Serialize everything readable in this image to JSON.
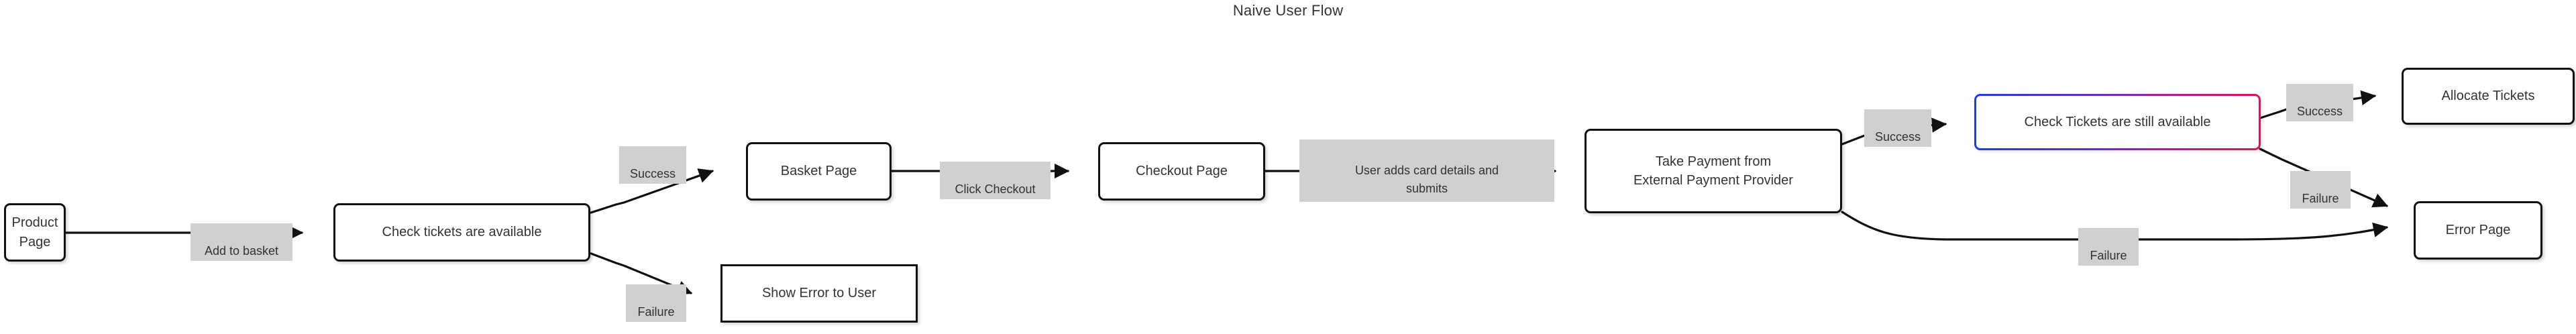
{
  "diagram": {
    "title": "Naive User Flow",
    "type": "flowchart",
    "direction": "left-to-right",
    "colors": {
      "node_border": "#111111",
      "node_fill": "#ffffff",
      "text": "#333333",
      "edge_label_bg": "#d0d0d0",
      "edge_stroke": "#111111",
      "highlight_gradient_start": "#1a3fe0",
      "highlight_gradient_mid": "#a51f9a",
      "highlight_gradient_end": "#e0115f"
    },
    "nodes": [
      {
        "id": "product-page",
        "label": "Product Page",
        "shape": "rounded-rect"
      },
      {
        "id": "check-tickets",
        "label": "Check tickets are available",
        "shape": "rounded-rect"
      },
      {
        "id": "basket-page",
        "label": "Basket Page",
        "shape": "rounded-rect"
      },
      {
        "id": "show-error-to-user",
        "label": "Show Error to User",
        "shape": "rect"
      },
      {
        "id": "checkout-page",
        "label": "Checkout Page",
        "shape": "rounded-rect"
      },
      {
        "id": "take-payment",
        "label": "Take Payment from\nExternal Payment Provider",
        "shape": "rounded-rect"
      },
      {
        "id": "check-tickets-still",
        "label": "Check Tickets are still available",
        "shape": "rounded-rect-gradient"
      },
      {
        "id": "allocate-tickets",
        "label": "Allocate Tickets",
        "shape": "rounded-rect"
      },
      {
        "id": "error-page",
        "label": "Error Page",
        "shape": "rounded-rect"
      }
    ],
    "edges": [
      {
        "id": "e1",
        "from": "product-page",
        "to": "check-tickets",
        "label": "Add to basket"
      },
      {
        "id": "e2",
        "from": "check-tickets",
        "to": "basket-page",
        "label": "Success"
      },
      {
        "id": "e3",
        "from": "check-tickets",
        "to": "show-error-to-user",
        "label": "Failure"
      },
      {
        "id": "e4",
        "from": "basket-page",
        "to": "checkout-page",
        "label": "Click Checkout"
      },
      {
        "id": "e5",
        "from": "checkout-page",
        "to": "take-payment",
        "label": "User adds card details and\nsubmits"
      },
      {
        "id": "e6",
        "from": "take-payment",
        "to": "check-tickets-still",
        "label": "Success"
      },
      {
        "id": "e7",
        "from": "take-payment",
        "to": "error-page",
        "label": "Failure"
      },
      {
        "id": "e8",
        "from": "check-tickets-still",
        "to": "allocate-tickets",
        "label": "Success"
      },
      {
        "id": "e9",
        "from": "check-tickets-still",
        "to": "error-page",
        "label": "Failure"
      }
    ]
  }
}
